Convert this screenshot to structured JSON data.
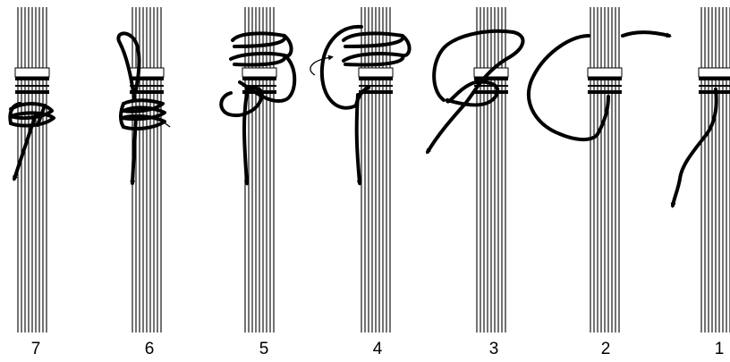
{
  "steps": [
    {
      "label": "7"
    },
    {
      "label": "6"
    },
    {
      "label": "5"
    },
    {
      "label": "4"
    },
    {
      "label": "3"
    },
    {
      "label": "2"
    },
    {
      "label": "1"
    }
  ],
  "colors": {
    "ink": "#000000",
    "background": "#ffffff"
  }
}
